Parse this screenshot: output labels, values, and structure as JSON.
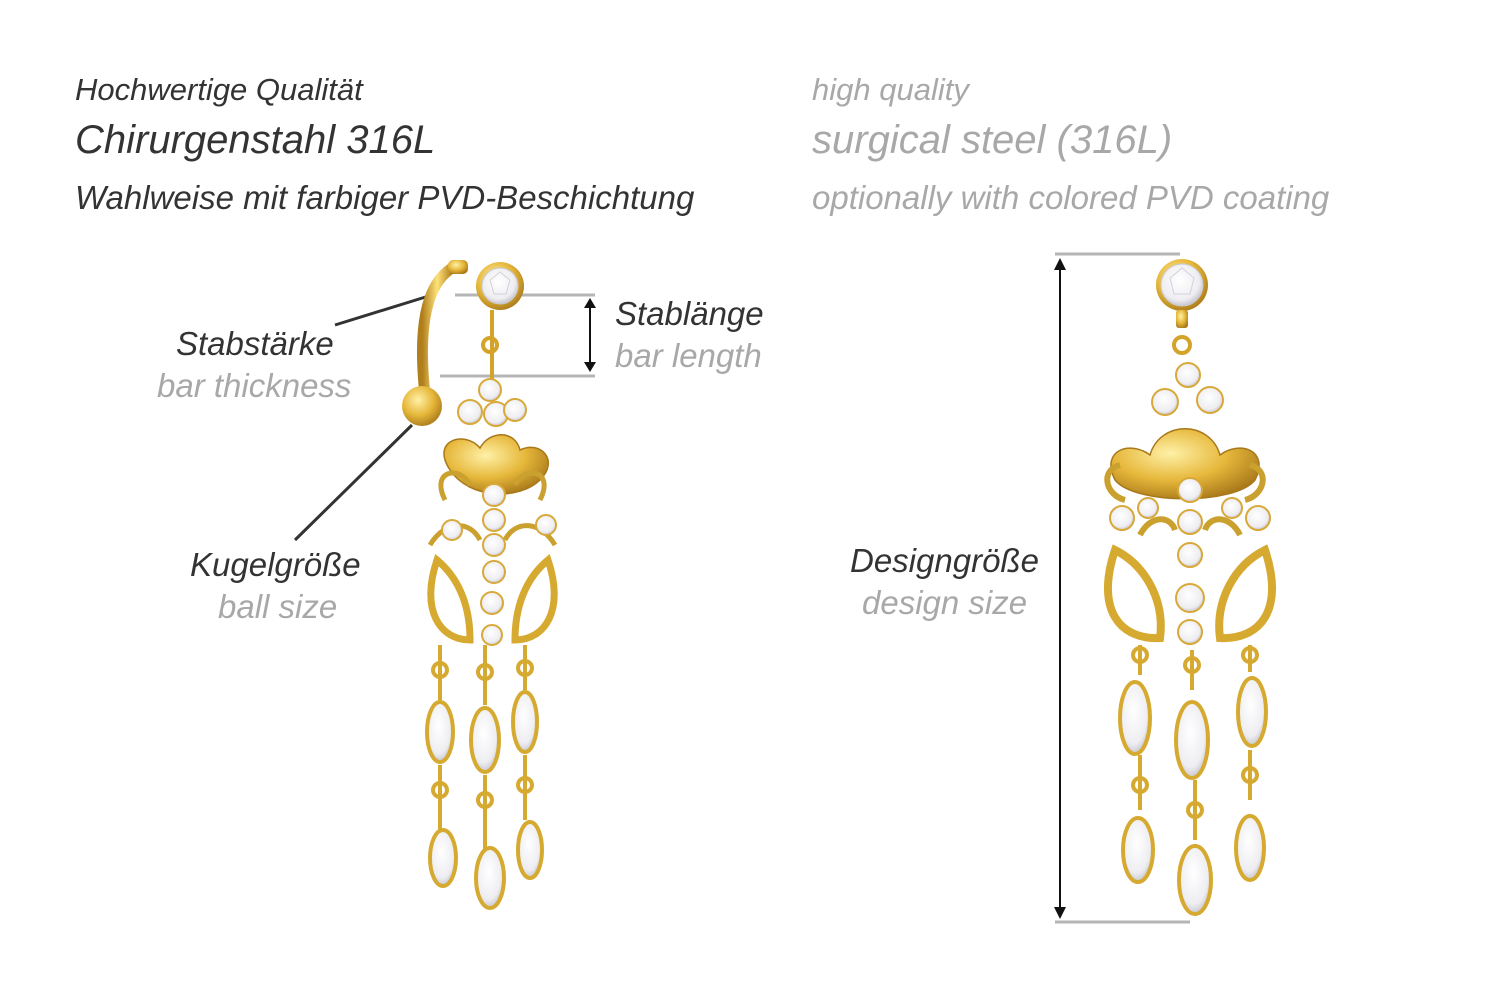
{
  "header": {
    "de": {
      "quality": "Hochwertige Qualität",
      "material": "Chirurgenstahl 316L",
      "coating": "Wahlweise mit farbiger PVD-Beschichtung"
    },
    "en": {
      "quality": "high quality",
      "material": "surgical steel (316L)",
      "coating": "optionally with colored PVD coating"
    }
  },
  "labels": {
    "bar_thickness": {
      "de": "Stabstärke",
      "en": "bar thickness"
    },
    "bar_length": {
      "de": "Stablänge",
      "en": "bar length"
    },
    "ball_size": {
      "de": "Kugelgröße",
      "en": "ball size"
    },
    "design_size": {
      "de": "Designgröße",
      "en": "design size"
    }
  },
  "colors": {
    "text_dark": "#333333",
    "text_gray": "#a8a8a8",
    "gold": "#e0b32e",
    "gold_dark": "#a8781a",
    "crystal": "#f4f4f6"
  }
}
